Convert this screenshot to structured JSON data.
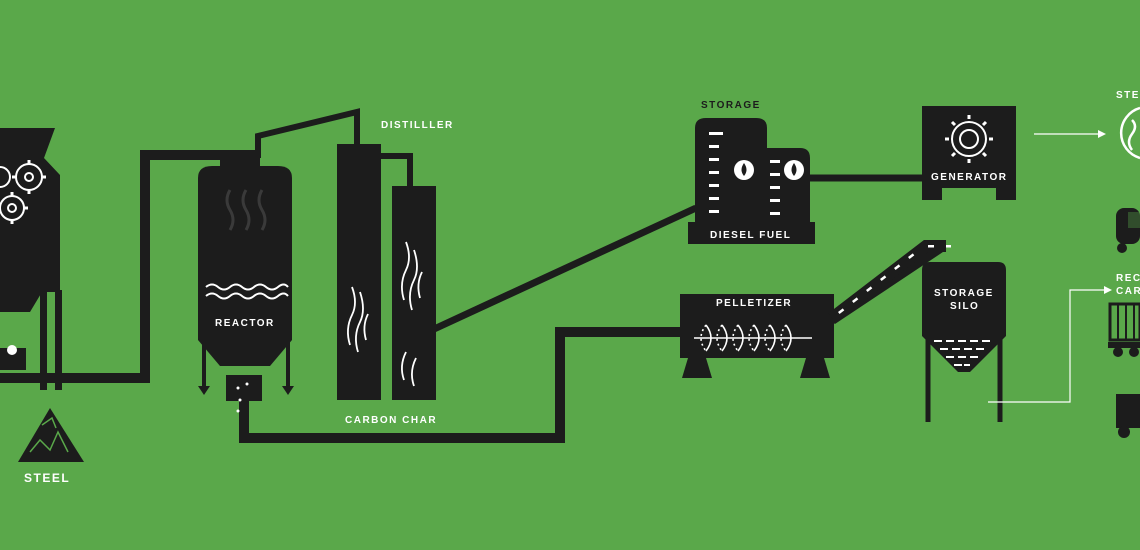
{
  "colors": {
    "background": "#5aa84a",
    "machine": "#1c1c1c",
    "accent": "#ffffff"
  },
  "labels": {
    "distiller": "DISTILLLER",
    "reactor": "REACTOR",
    "carbon_char": "CARBON CHAR",
    "storage": "STORAGE",
    "diesel_fuel": "DIESEL FUEL",
    "pelletizer": "PELLETIZER",
    "generator": "GENERATOR",
    "storage_silo_line1": "STORAGE",
    "storage_silo_line2": "SILO",
    "steel_bottom": "STEEL",
    "steel_right_partial": "STE",
    "rec_partial": "REC",
    "car_partial": "CAR"
  },
  "icons": [
    "gear-icon",
    "heat-waves-icon",
    "water-waves-icon",
    "droplet-icon",
    "flame-icon",
    "auger-screw-icon",
    "steel-pile-icon",
    "tanker-truck-icon",
    "flatbed-truck-icon",
    "box-truck-icon",
    "arrow-right-icon"
  ]
}
